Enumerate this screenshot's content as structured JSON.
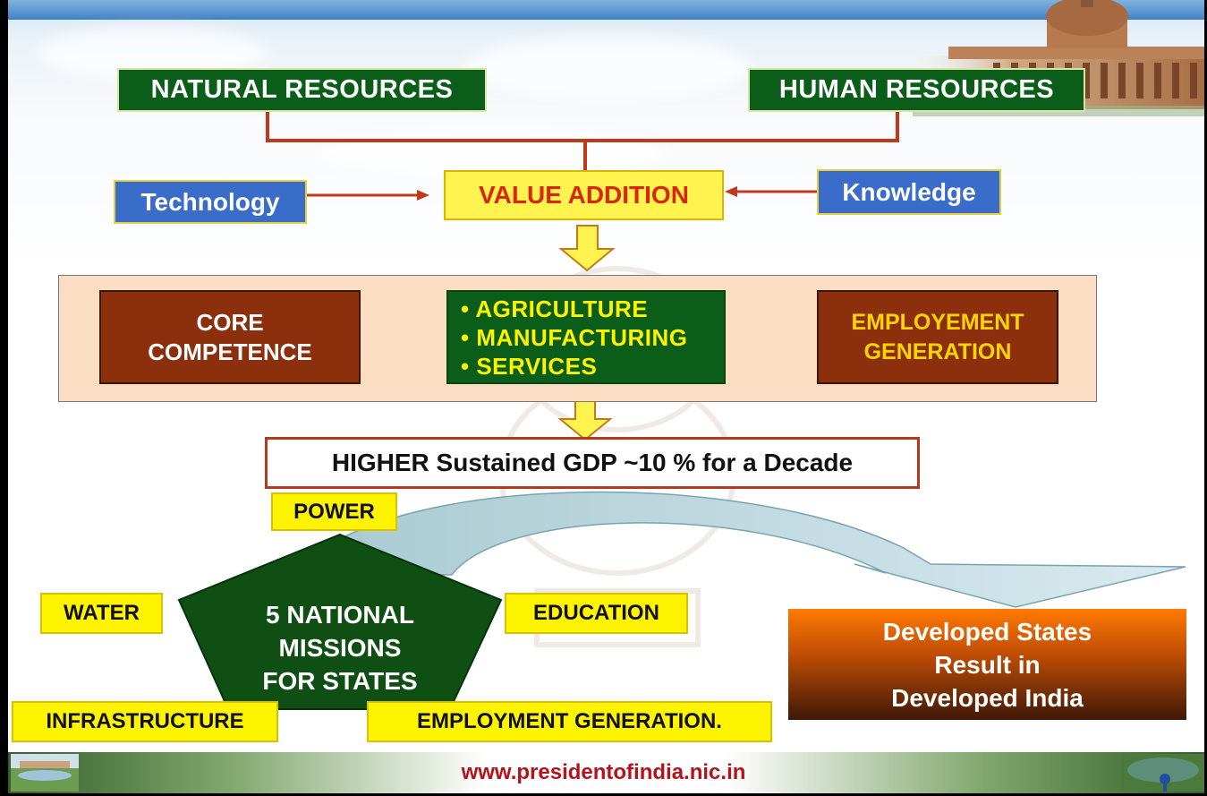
{
  "diagram": {
    "inputs": {
      "natural": "NATURAL RESOURCES",
      "human": "HUMAN RESOURCES",
      "technology": "Technology",
      "knowledge": "Knowledge"
    },
    "value_addition": "VALUE ADDITION",
    "core_competence": [
      "CORE",
      "COMPETENCE"
    ],
    "sectors": [
      "• AGRICULTURE",
      "• MANUFACTURING",
      "• SERVICES"
    ],
    "employment": [
      "EMPLOYEMENT",
      "GENERATION"
    ],
    "gdp": "HIGHER Sustained GDP ~10 % for a Decade",
    "missions": {
      "center": [
        "5 NATIONAL",
        "MISSIONS",
        "FOR STATES"
      ],
      "power": "POWER",
      "water": "WATER",
      "education": "EDUCATION",
      "infrastructure": "INFRASTRUCTURE",
      "employment_generation": "EMPLOYMENT GENERATION."
    },
    "result": [
      "Developed States",
      "Result in",
      "Developed India"
    ]
  },
  "footer": {
    "url": "www.presidentofindia.nic.in"
  },
  "colors": {
    "green": "#0b5d1a",
    "blue": "#3a6cc9",
    "yellow": "#fff400",
    "brown": "#8b2f0d",
    "red_text": "#d8260f",
    "orange": "#ff7a00"
  }
}
